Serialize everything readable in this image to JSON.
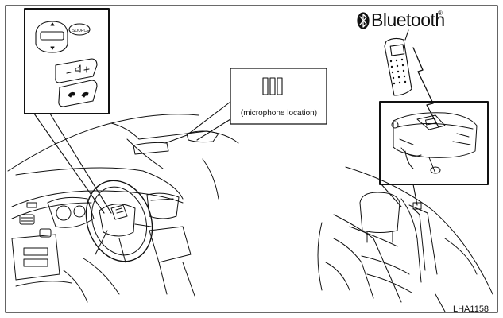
{
  "figure": {
    "code": "LHA1158",
    "microphone_label": "(microphone location)",
    "bluetooth_label": "Bluetooth",
    "registered_mark": "®",
    "source_button_label": "SOURCE",
    "line_color": "#111111",
    "background_color": "#ffffff"
  }
}
